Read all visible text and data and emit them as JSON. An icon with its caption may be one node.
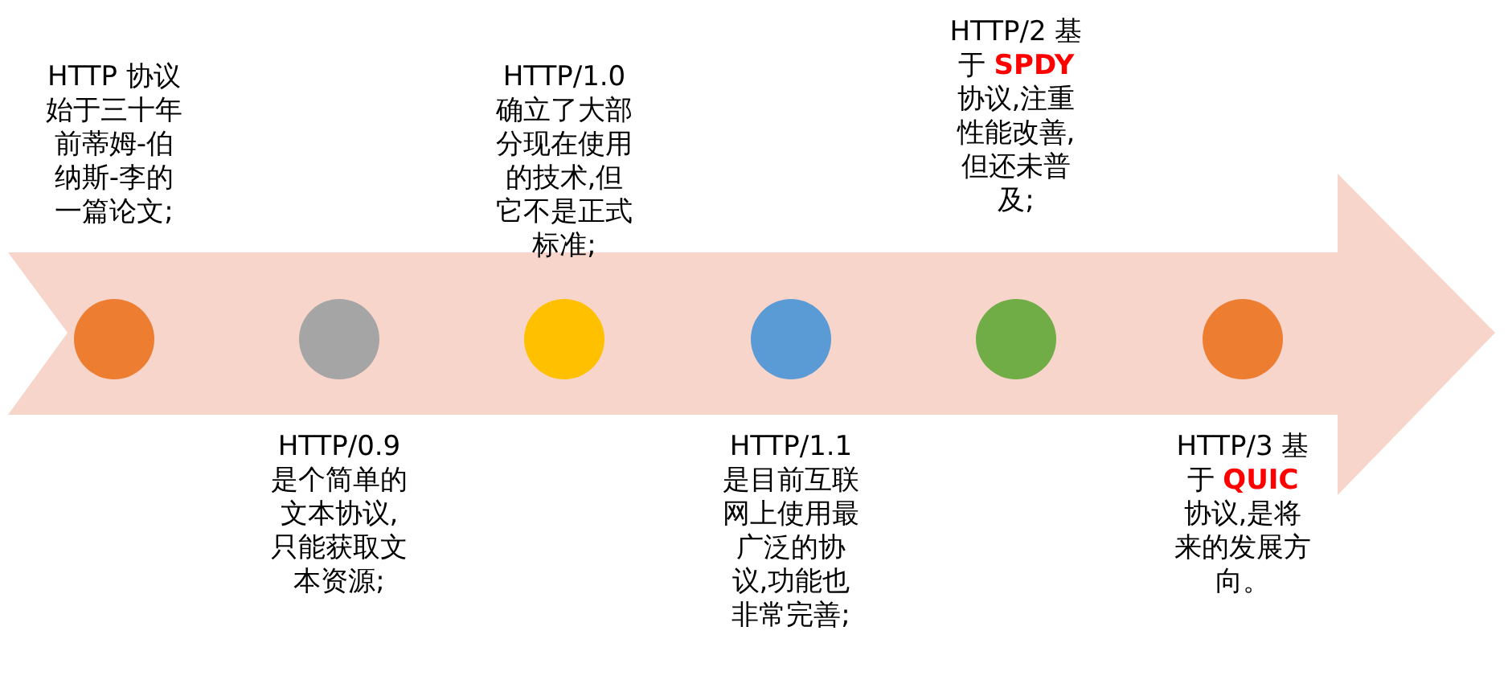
{
  "diagram": {
    "nodes": [
      {
        "text": [],
        "shape": "circle",
        "beside": [
          "HTTP 协议始于三十年前蒂姆-伯纳斯-李的一篇论文;"
        ]
      },
      {
        "text": [],
        "shape": "circle",
        "beside": [
          "HTTP/0.9 是个简单的文本协议,只能获取文本资源;"
        ]
      },
      {
        "text": [],
        "shape": "circle",
        "beside": [
          "HTTP/1.0 确立了大部分现在使用的技术,但它不是正式标准;"
        ]
      },
      {
        "text": [],
        "shape": "circle",
        "beside": [
          "HTTP/1.1是目前互联网上使用最广泛的协议,功能也非常完善;"
        ]
      },
      {
        "text": [],
        "shape": "circle",
        "beside": [
          "HTTP/2 基于 **SPDY** 协议,注重性能改善,但还未普及;"
        ]
      },
      {
        "text": [],
        "shape": "circle",
        "beside": [
          "HTTP/3 基于 **QUIC** 协议,是将来的发展方向。"
        ]
      }
    ]
  }
}
